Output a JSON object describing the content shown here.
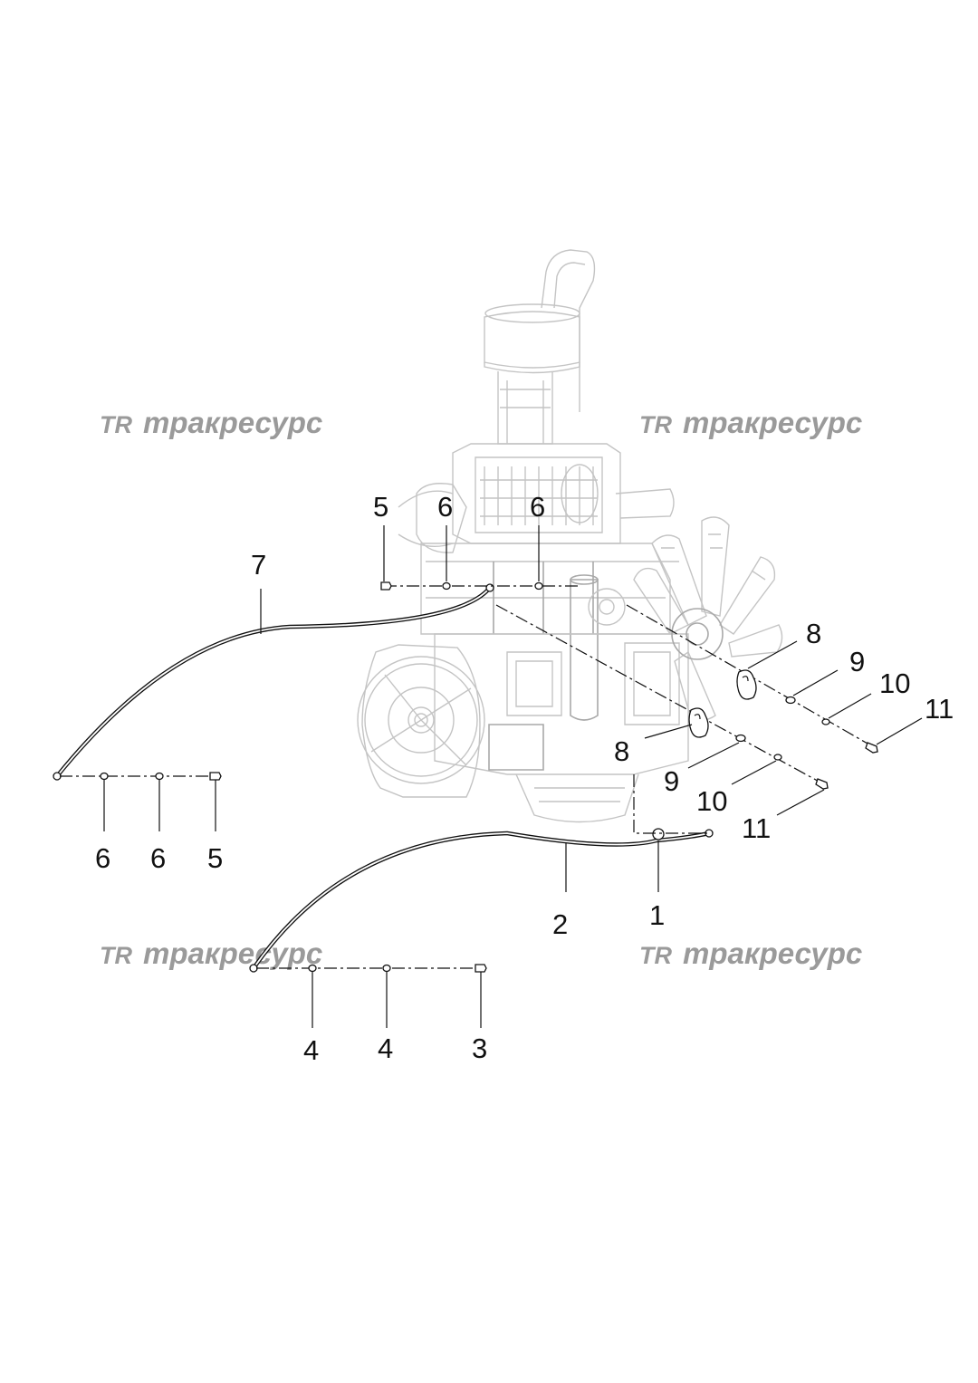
{
  "watermark": {
    "logo": "TR",
    "text": "тракресурс"
  },
  "callouts": [
    {
      "id": "c5-top",
      "label": "5"
    },
    {
      "id": "c6-top-a",
      "label": "6"
    },
    {
      "id": "c6-top-b",
      "label": "6"
    },
    {
      "id": "c7",
      "label": "7"
    },
    {
      "id": "c8-upper",
      "label": "8"
    },
    {
      "id": "c9-upper",
      "label": "9"
    },
    {
      "id": "c10-upper",
      "label": "10"
    },
    {
      "id": "c11-upper",
      "label": "11"
    },
    {
      "id": "c8-lower",
      "label": "8"
    },
    {
      "id": "c9-lower",
      "label": "9"
    },
    {
      "id": "c10-lower",
      "label": "10"
    },
    {
      "id": "c11-lower",
      "label": "11"
    },
    {
      "id": "c6-left-a",
      "label": "6"
    },
    {
      "id": "c6-left-b",
      "label": "6"
    },
    {
      "id": "c5-left",
      "label": "5"
    },
    {
      "id": "c2",
      "label": "2"
    },
    {
      "id": "c1",
      "label": "1"
    },
    {
      "id": "c4-a",
      "label": "4"
    },
    {
      "id": "c4-b",
      "label": "4"
    },
    {
      "id": "c3",
      "label": "3"
    }
  ],
  "colors": {
    "background": "#ffffff",
    "line_art": "#111111",
    "engine_ghost": "#c4c4c4",
    "watermark": "#9a9a9a"
  }
}
